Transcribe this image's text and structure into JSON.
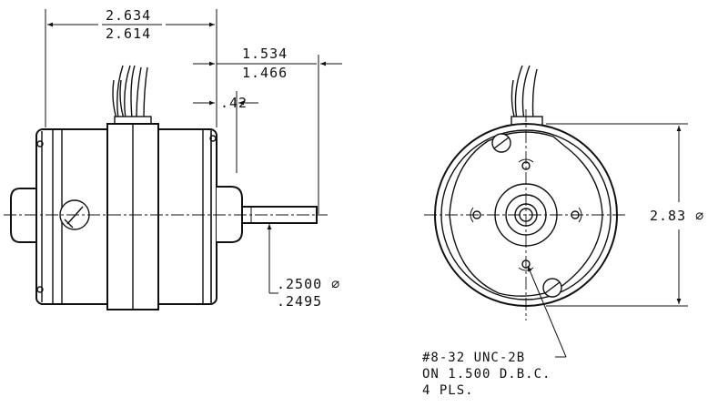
{
  "side_view": {
    "overall_length_max": "2.634",
    "overall_length_min": "2.614",
    "shaft_length_max": "1.534",
    "shaft_length_min": "1.466",
    "hub_length": ".42",
    "shaft_dia_max": ".2500 ⌀",
    "shaft_dia_min": ".2495"
  },
  "end_view": {
    "diameter": "2.83 ⌀",
    "note_line1": "#8-32 UNC-2B",
    "note_line2": "ON 1.500 D.B.C.",
    "note_line3": "4 PLS."
  }
}
